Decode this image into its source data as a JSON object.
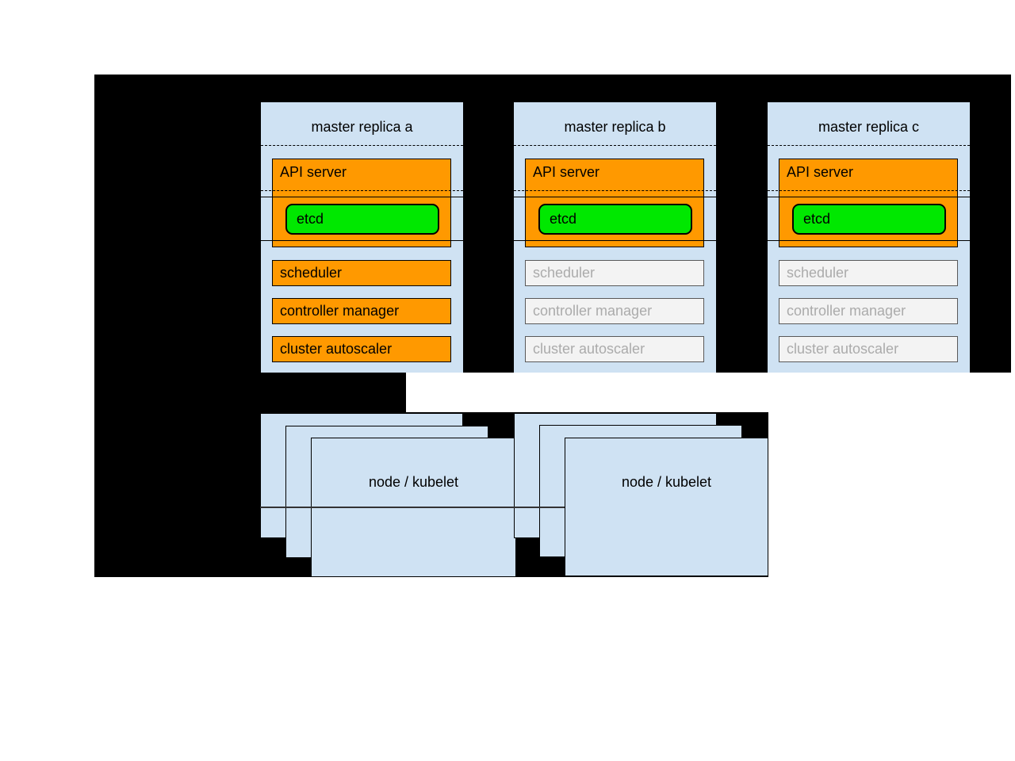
{
  "diagram": {
    "masters": [
      {
        "title": "master replica a",
        "variant": "primary"
      },
      {
        "title": "master replica b",
        "variant": "secondary"
      },
      {
        "title": "master replica c",
        "variant": "secondary"
      }
    ],
    "components": {
      "api_server": "API server",
      "etcd": "etcd",
      "scheduler": "scheduler",
      "controller_manager": "controller manager",
      "cluster_autoscaler": "cluster autoscaler"
    },
    "node_groups": [
      {
        "label": "node / kubelet"
      },
      {
        "label": "node / kubelet"
      }
    ],
    "colors": {
      "background": "#000000",
      "box_blue": "#cfe2f3",
      "active_orange": "#ff9900",
      "etcd_green": "#00e800",
      "inactive_fill": "#f3f3f3",
      "inactive_border": "#595959",
      "inactive_text": "#ababab"
    }
  }
}
